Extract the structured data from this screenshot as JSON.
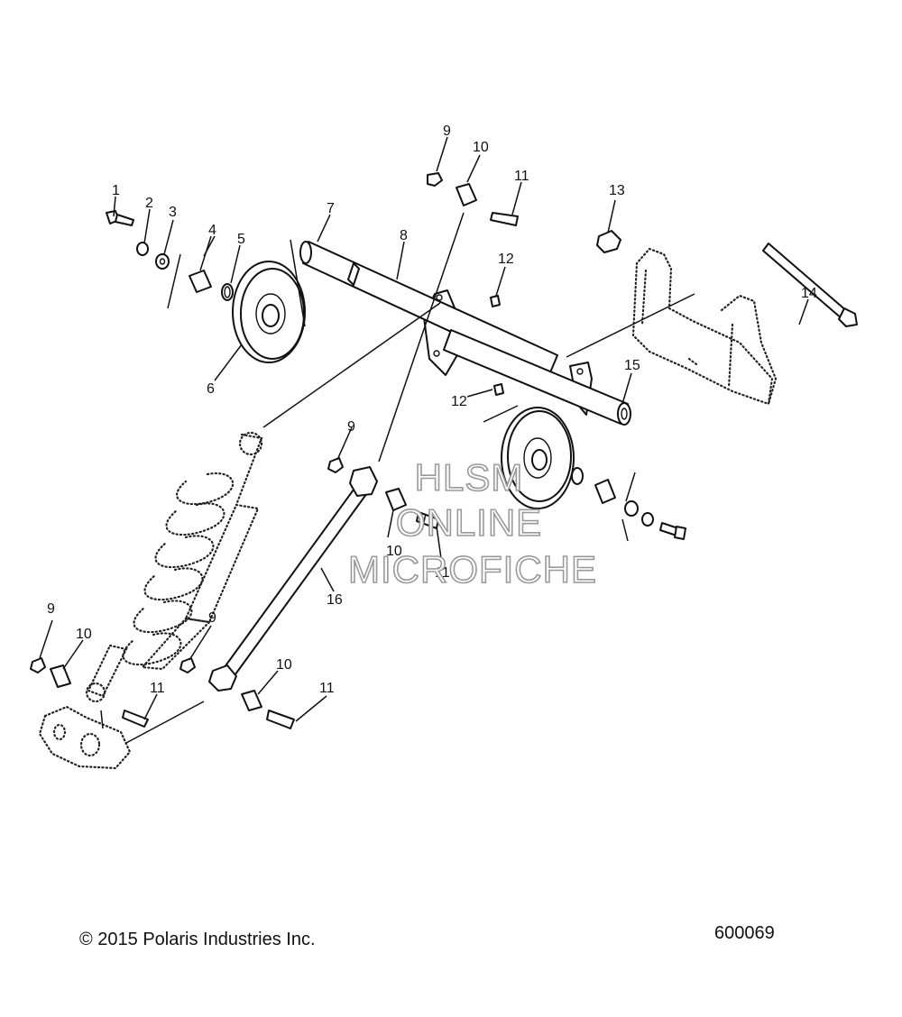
{
  "diagram": {
    "callouts": [
      "1",
      "2",
      "3",
      "4",
      "5",
      "6",
      "7",
      "8",
      "9",
      "10",
      "11",
      "12",
      "13",
      "14",
      "15",
      "16"
    ]
  },
  "watermark": {
    "line1": "HLSM",
    "line2": "ONLINE",
    "line3": "MICROFICHE"
  },
  "footer": {
    "copyright": "© 2015 Polaris Industries Inc.",
    "diagram_number": "600069"
  }
}
